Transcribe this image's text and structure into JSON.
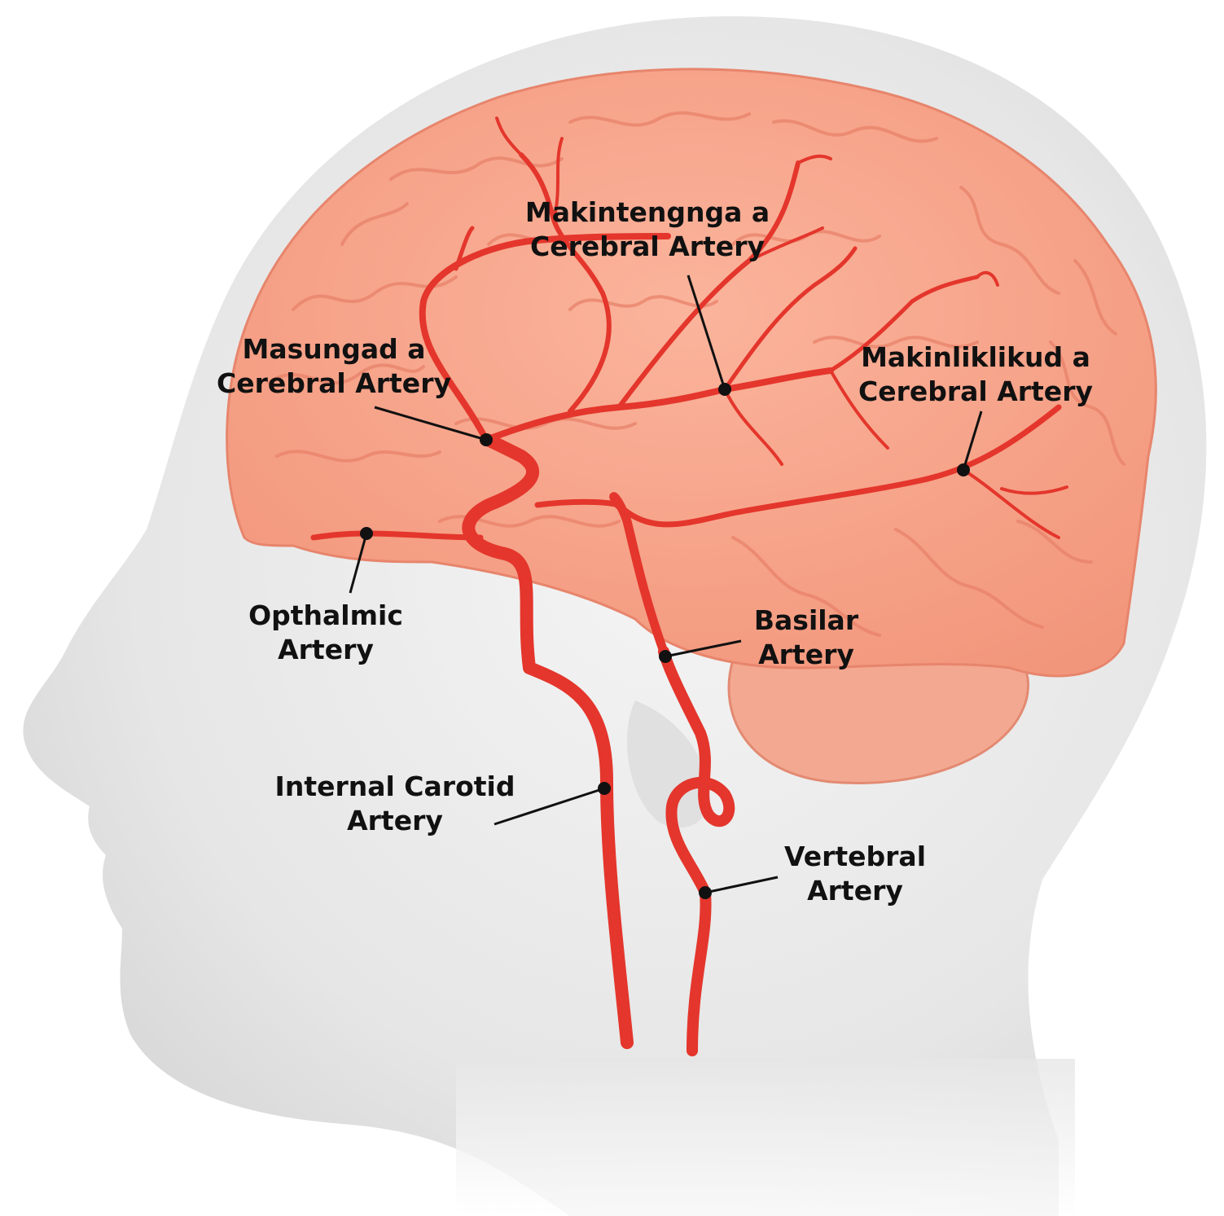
{
  "colors": {
    "head": "#e4e4e4",
    "brain": "#f7a48a",
    "brain_fold": "#e9866d",
    "cerebellum": "#f0a28c",
    "artery": "#e4362c",
    "leader": "#111111"
  },
  "labels": {
    "mca": {
      "line1": "Makintengnga a",
      "line2": "Cerebral Artery"
    },
    "aca": {
      "line1": "Masungad a",
      "line2": "Cerebral Artery"
    },
    "pca": {
      "line1": "Makinliklikud a",
      "line2": "Cerebral Artery"
    },
    "ophthalmic": {
      "line1": "Opthalmic",
      "line2": "Artery"
    },
    "basilar": {
      "line1": "Basilar",
      "line2": "Artery"
    },
    "carotid": {
      "line1": "Internal Carotid",
      "line2": "Artery"
    },
    "vertebral": {
      "line1": "Vertebral",
      "line2": "Artery"
    }
  }
}
